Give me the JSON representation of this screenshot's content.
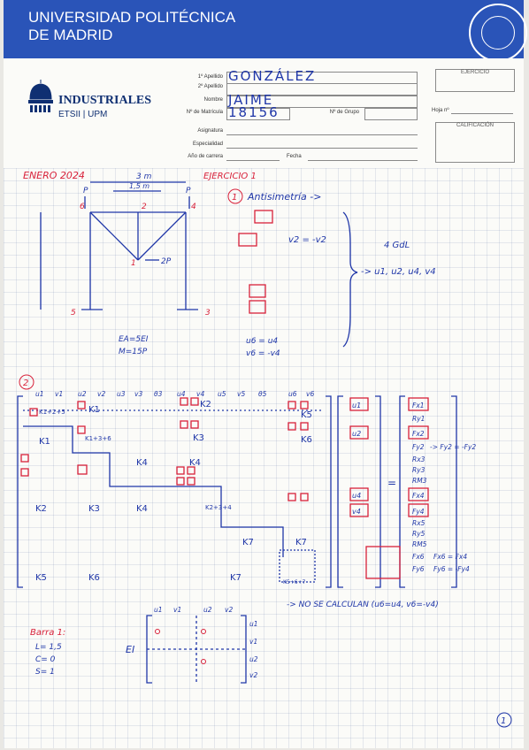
{
  "header": {
    "university": [
      "UNIVERSIDAD POLITÉCNICA",
      "DE MADRID"
    ],
    "school": "INDUSTRIALES",
    "school_sub": "ETSII | UPM",
    "fields": {
      "apellido1": "1º Apellido",
      "apellido2": "2º Apellido",
      "nombre": "Nombre",
      "matricula": "Nº de Matrícula",
      "grupo": "Nº de Grupo",
      "asignatura": "Asignatura",
      "especialidad": "Especialidad",
      "curso": "Año de carrera",
      "fecha": "Fecha",
      "ejercicio": "EJERCICIO",
      "hoja": "Hoja nº",
      "calificacion": "CALIFICACIÓN"
    },
    "values": {
      "apellido1": "GONZÁLEZ",
      "nombre": "JAIME",
      "matricula": "18156"
    }
  },
  "notes": {
    "date": "ENERO   2024",
    "exercise": "EJERCICIO  1",
    "part1": "1",
    "antisim": "Antisimetría ->",
    "dims": [
      "3 m",
      "1,5 m"
    ],
    "nodes": [
      "6",
      "2",
      "4",
      "5",
      "1",
      "3"
    ],
    "loads": [
      "P",
      "P",
      "2P"
    ],
    "props": [
      "EA=5EI",
      "M=15P"
    ],
    "dof_count": "4  GdL",
    "dof_list": "-> u1, u2, u4, v4",
    "v2_rel": "v2 = -v2",
    "rels": [
      "u6 = u4",
      "v6 = -v4"
    ],
    "part2": "2",
    "dof_header": [
      "u1",
      "v1",
      "u2",
      "v2",
      "u3",
      "v3",
      "θ3",
      "u4",
      "v4",
      "u5",
      "v5",
      "θ5",
      "u6",
      "v6"
    ],
    "k_labels": [
      "K1+2+5",
      "K1",
      "K1",
      "K1+3+6",
      "K2",
      "K3",
      "K4",
      "K4",
      "K2",
      "K3",
      "K4",
      "K2+3+4",
      "K7",
      "K7",
      "K5",
      "K6",
      "K7",
      "K5+6+7",
      "K5",
      "K6"
    ],
    "disp_vec": [
      "u1",
      "u2",
      "u4",
      "v4"
    ],
    "force_vec": [
      "Fx1",
      "Ry1",
      "Fx2",
      "Fy2",
      "Rx3",
      "Ry3",
      "RM3",
      "Fx4",
      "Fy4",
      "Rx5",
      "Ry5",
      "RM5",
      "Fx6",
      "Fy6"
    ],
    "force_rel": [
      "-> Fy2 = -Fy2",
      "Fx6 = Fx4",
      "Fy6 = -Fy4"
    ],
    "no_calc": "-> NO SE CALCULAN  (u6=u4, v6=-v4)",
    "barra": "Barra 1:",
    "barra_props": [
      "L= 1,5",
      "C= 0",
      "S= 1"
    ],
    "ei": "EI",
    "small_dofs": [
      "u1",
      "v1",
      "u2",
      "v2"
    ],
    "page": "1"
  },
  "colors": {
    "banner": "#2a54b8",
    "ink": "#1f36a8",
    "red": "#d8213a"
  }
}
